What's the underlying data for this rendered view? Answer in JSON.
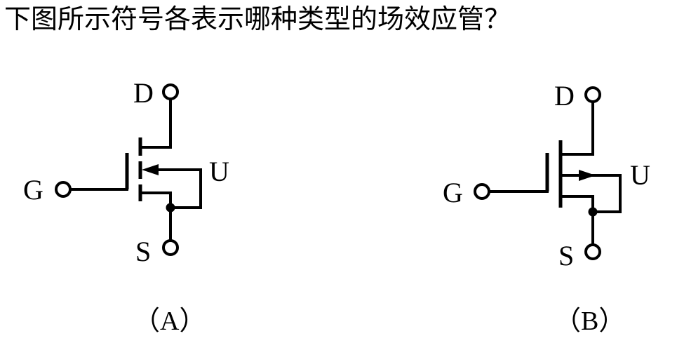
{
  "question": "下图所示符号各表示哪种类型的场效应管？",
  "symbols": [
    {
      "caption": "（A）",
      "pins": {
        "drain": "D",
        "gate": "G",
        "substrate": "U",
        "source": "S"
      },
      "channel": "enhancement",
      "arrow_direction": "inward"
    },
    {
      "caption": "（B）",
      "pins": {
        "drain": "D",
        "gate": "G",
        "substrate": "U",
        "source": "S"
      },
      "channel": "depletion",
      "arrow_direction": "outward"
    }
  ]
}
